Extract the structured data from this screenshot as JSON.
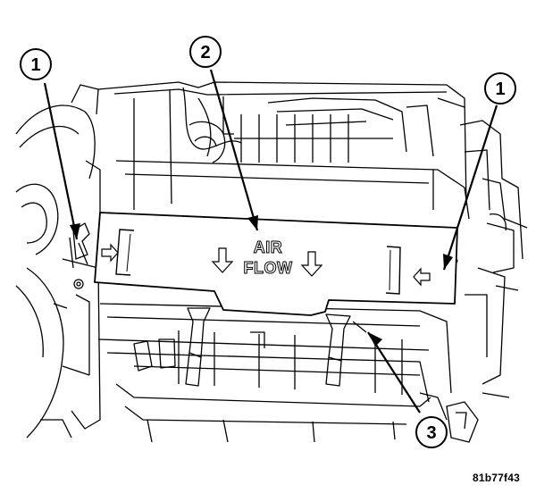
{
  "diagram": {
    "callouts": [
      {
        "id": "callout-1-left",
        "label": "1"
      },
      {
        "id": "callout-2",
        "label": "2"
      },
      {
        "id": "callout-1-right",
        "label": "1"
      },
      {
        "id": "callout-3",
        "label": "3"
      }
    ],
    "filter_door_text": {
      "line1": "AIR",
      "line2": "FLOW"
    },
    "figure_id": "81b77f43"
  }
}
